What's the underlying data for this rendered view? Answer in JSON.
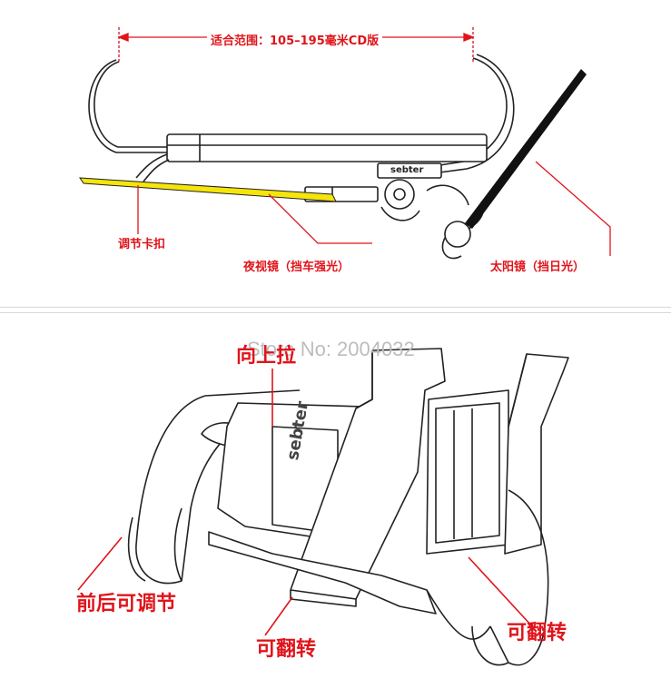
{
  "top_diagram": {
    "range_label": "适合范围：105–195毫米CD版",
    "brand_text": "sebter",
    "labels": {
      "adjust_clip": "调节卡扣",
      "night_lens": "夜视镜（挡车强光）",
      "sun_lens": "太阳镜（挡日光）"
    }
  },
  "bottom_diagram": {
    "watermark": "Store No: 2004032",
    "brand_text": "sebter",
    "labels": {
      "pull_up": "向上拉",
      "front_back_adjust": "前后可调节",
      "flip_left": "可翻转",
      "flip_right": "可翻转"
    }
  },
  "colors": {
    "label_red": "#e0141b",
    "night_lens_yellow": "#f5e50a",
    "line": "#222222"
  }
}
